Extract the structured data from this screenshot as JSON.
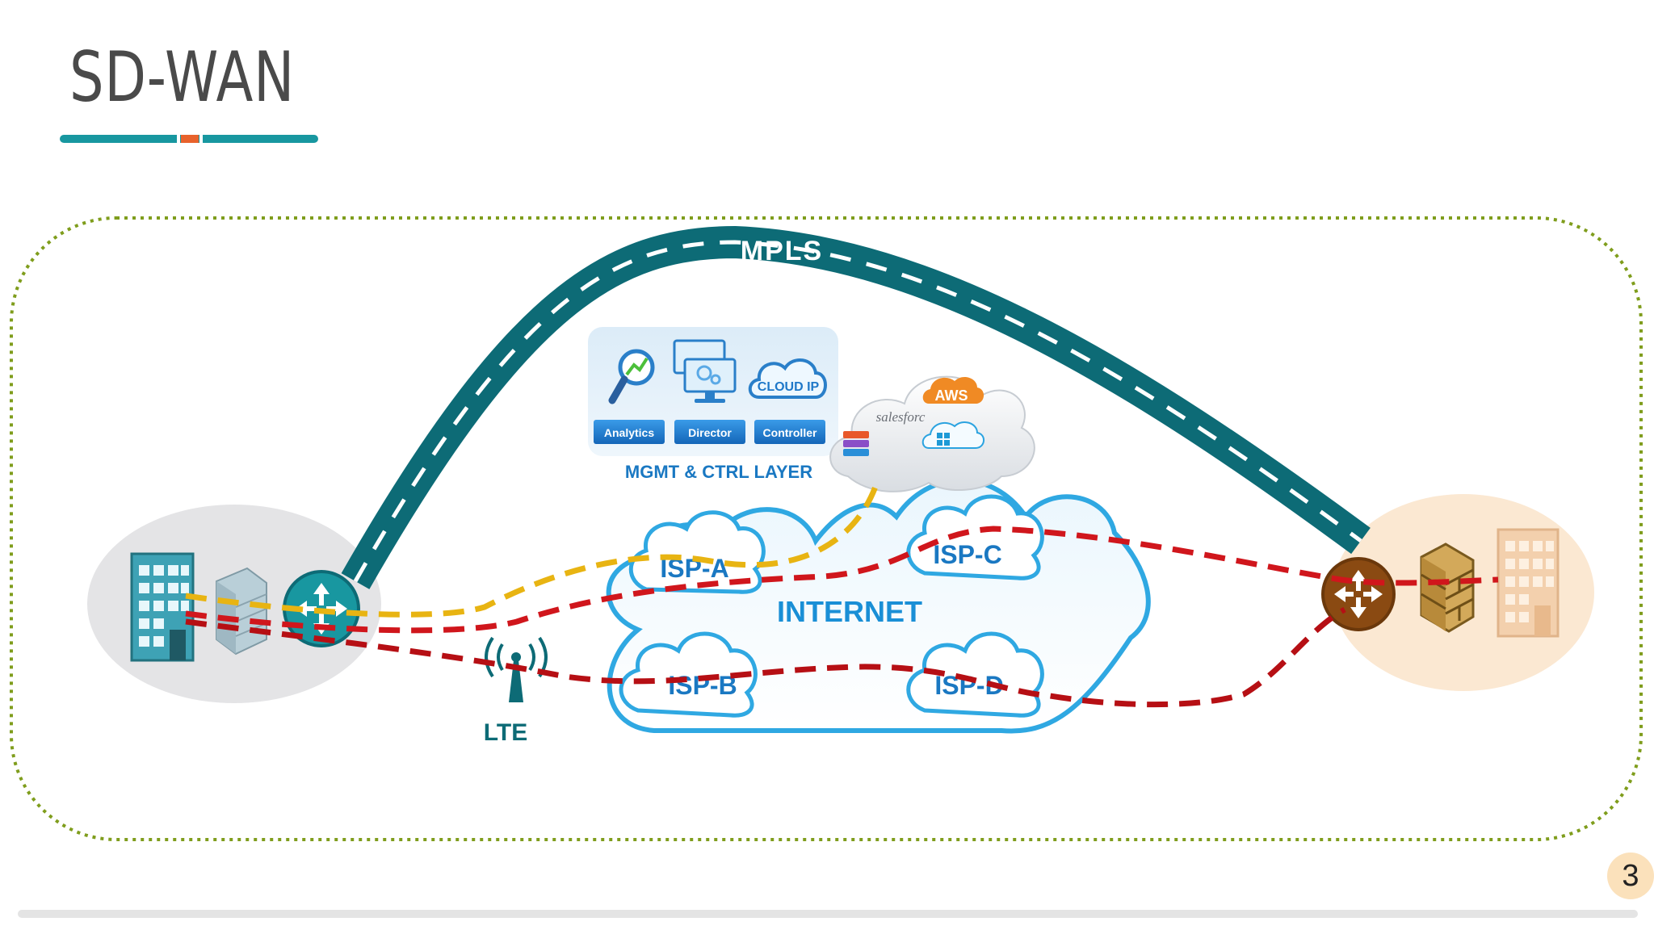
{
  "title": "SD-WAN",
  "labels": {
    "mpls": "MPLS",
    "internet": "INTERNET",
    "isp_a": "ISP-A",
    "isp_b": "ISP-B",
    "isp_c": "ISP-C",
    "isp_d": "ISP-D",
    "lte": "LTE",
    "mgmt_layer": "MGMT & CTRL LAYER",
    "analytics": "Analytics",
    "director": "Director",
    "controller": "Controller",
    "cloud_ip": "CLOUD IP",
    "aws": "AWS",
    "salesforce": "salesforc"
  },
  "page_number": "3",
  "colors": {
    "teal": "#0d6b76",
    "accent_bar": "#1897a0",
    "accent_orange": "#e8622c",
    "red_dash": "#d0161c",
    "dark_red_dash": "#b60f14",
    "yellow_dash": "#e8b412",
    "cloud_blue": "#2fa8e2",
    "cloud_label": "#1a78c2",
    "button_blue": "#1c7ed4",
    "boundary_green": "#7f9d1c",
    "page_badge": "#fbe1bb"
  },
  "icons": {
    "left_site": [
      "building-icon",
      "firewall-icon",
      "router-icon"
    ],
    "right_site": [
      "router-icon",
      "firewall-icon",
      "building-icon"
    ],
    "mgmt": [
      "analytics-icon",
      "director-icon",
      "cloud-ip-icon"
    ],
    "saas": [
      "aws-icon",
      "salesforce-icon",
      "azure-icon",
      "stack-icon"
    ]
  }
}
